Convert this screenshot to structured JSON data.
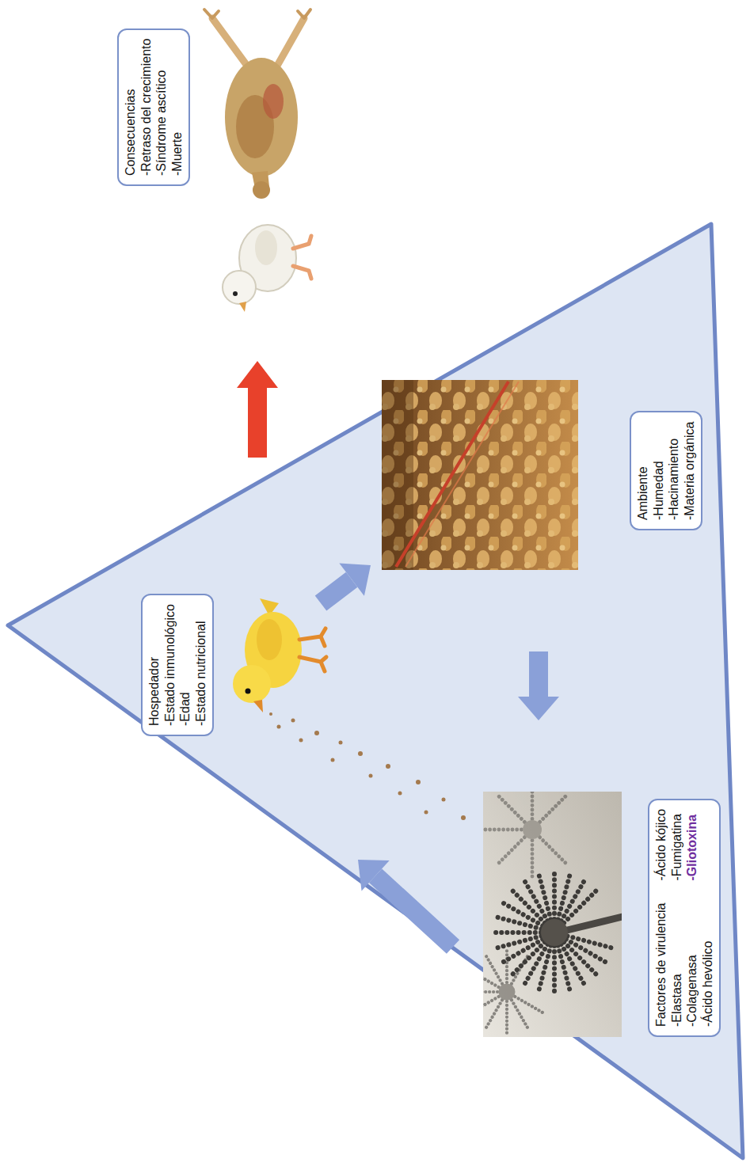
{
  "diagram": {
    "nodes": [
      {
        "text": [
          "Hospedador",
          "-Estado inmunológico",
          "-Edad",
          "-Estado nutricional"
        ]
      },
      {
        "text": [
          "Ambiente",
          "-Humedad",
          "-Hacinamiento",
          "-Materia orgánica"
        ]
      },
      {
        "text": [
          "Factores de virulencia",
          "-Elastasa",
          "-Colagenasa",
          "-Ácido hevólico",
          "-Ácido kójico",
          "-Fumigatina",
          "-Gliotoxina"
        ]
      },
      {
        "text": [
          "Consecuencias",
          "-Retraso del crecimiento",
          "-Síndrome ascítico",
          "-Muerte"
        ]
      }
    ],
    "edges": [
      {
        "from": 0,
        "to": 1,
        "arrow": "to"
      },
      {
        "from": 1,
        "to": 2,
        "arrow": "to"
      },
      {
        "from": 2,
        "to": 0,
        "arrow": "to"
      }
    ]
  }
}
